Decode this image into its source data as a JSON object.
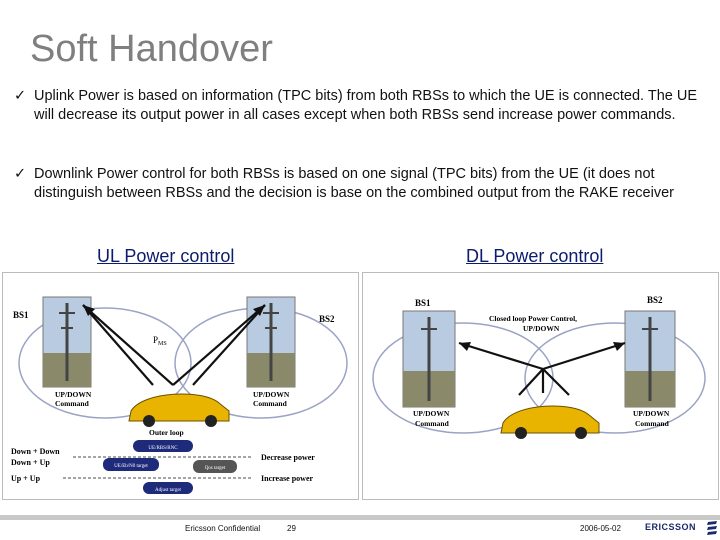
{
  "title": "Soft Handover",
  "bullets": [
    {
      "icon": "checkmark-icon",
      "text": "Uplink Power is based on information (TPC bits) from both RBSs to which the UE is connected. The UE will decrease its output power in all cases except when both RBSs send increase power commands."
    },
    {
      "icon": "checkmark-icon",
      "text": "Downlink Power control for both RBSs is based on one signal (TPC bits) from the UE (it does not distinguish between RBSs and the decision is base on the combined output from the RAKE receiver"
    }
  ],
  "ul": {
    "label": "UL Power control",
    "bs1": "BS1",
    "bs2": "BS2",
    "pms": "P",
    "pms_sub": "MS",
    "cmd1_line1": "UP/DOWN",
    "cmd1_line2": "Command",
    "cmd2_line1": "UP/DOWN",
    "cmd2_line2": "Command",
    "outer_loop": "Outer loop",
    "dd": "Down + Down",
    "du": "Down + Up",
    "uu": "Up + Up",
    "decrease": "Decrease power",
    "increase": "Increase power",
    "pill_top": "UE/RBS/RNC",
    "pill_left": "UE/Eb/N0 target",
    "pill_right": "Qos target",
    "pill_bottom": "Adjust target"
  },
  "dl": {
    "label": "DL Power control",
    "bs1": "BS1",
    "bs2": "BS2",
    "closed_line1": "Closed loop Power Control,",
    "closed_line2": "UP/DOWN",
    "cmd1_line1": "UP/DOWN",
    "cmd1_line2": "Command",
    "cmd2_line1": "UP/DOWN",
    "cmd2_line2": "Command"
  },
  "footer": {
    "confidential": "Ericsson Confidential",
    "page": "29",
    "date": "2006-05-02",
    "logo": "ERICSSON"
  },
  "colors": {
    "title": "#7f7f7f",
    "section_label": "#0b1b6e",
    "car": "#e8b400",
    "sky": "#b9cbe0",
    "pill": "#1e2a7a"
  }
}
